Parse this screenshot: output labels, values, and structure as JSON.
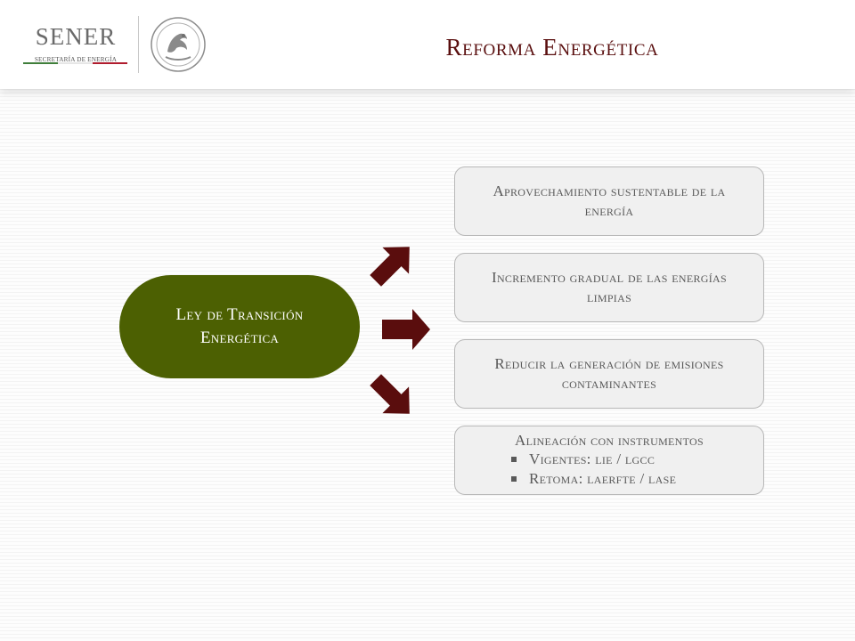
{
  "header": {
    "logo": {
      "name": "SENER",
      "subtitle": "SECRETARÍA DE ENERGÍA"
    },
    "seal_icon": "mexican-coat-of-arms",
    "title": "Reforma Energética"
  },
  "center": {
    "label": "Ley de Transición Energética"
  },
  "arrows": [
    "arrow-up-right",
    "arrow-right",
    "arrow-down-right"
  ],
  "items": [
    {
      "label": "Aprovechamiento sustentable de la energía"
    },
    {
      "label": "Incremento gradual de las energías limpias"
    },
    {
      "label": "Reducir la generación de emisiones contaminantes"
    },
    {
      "label": "Alineación con instrumentos",
      "bullets": [
        "Vigentes: lie / lgcc",
        "Retoma: laerfte / lase"
      ]
    }
  ],
  "colors": {
    "title": "#5a0f0f",
    "pill": "#4c6002",
    "arrow": "#5a0d0d",
    "box_bg": "#f0f0f0",
    "box_text": "#595959",
    "logo_green": "#3f7e3a",
    "logo_red": "#b01c2e"
  }
}
